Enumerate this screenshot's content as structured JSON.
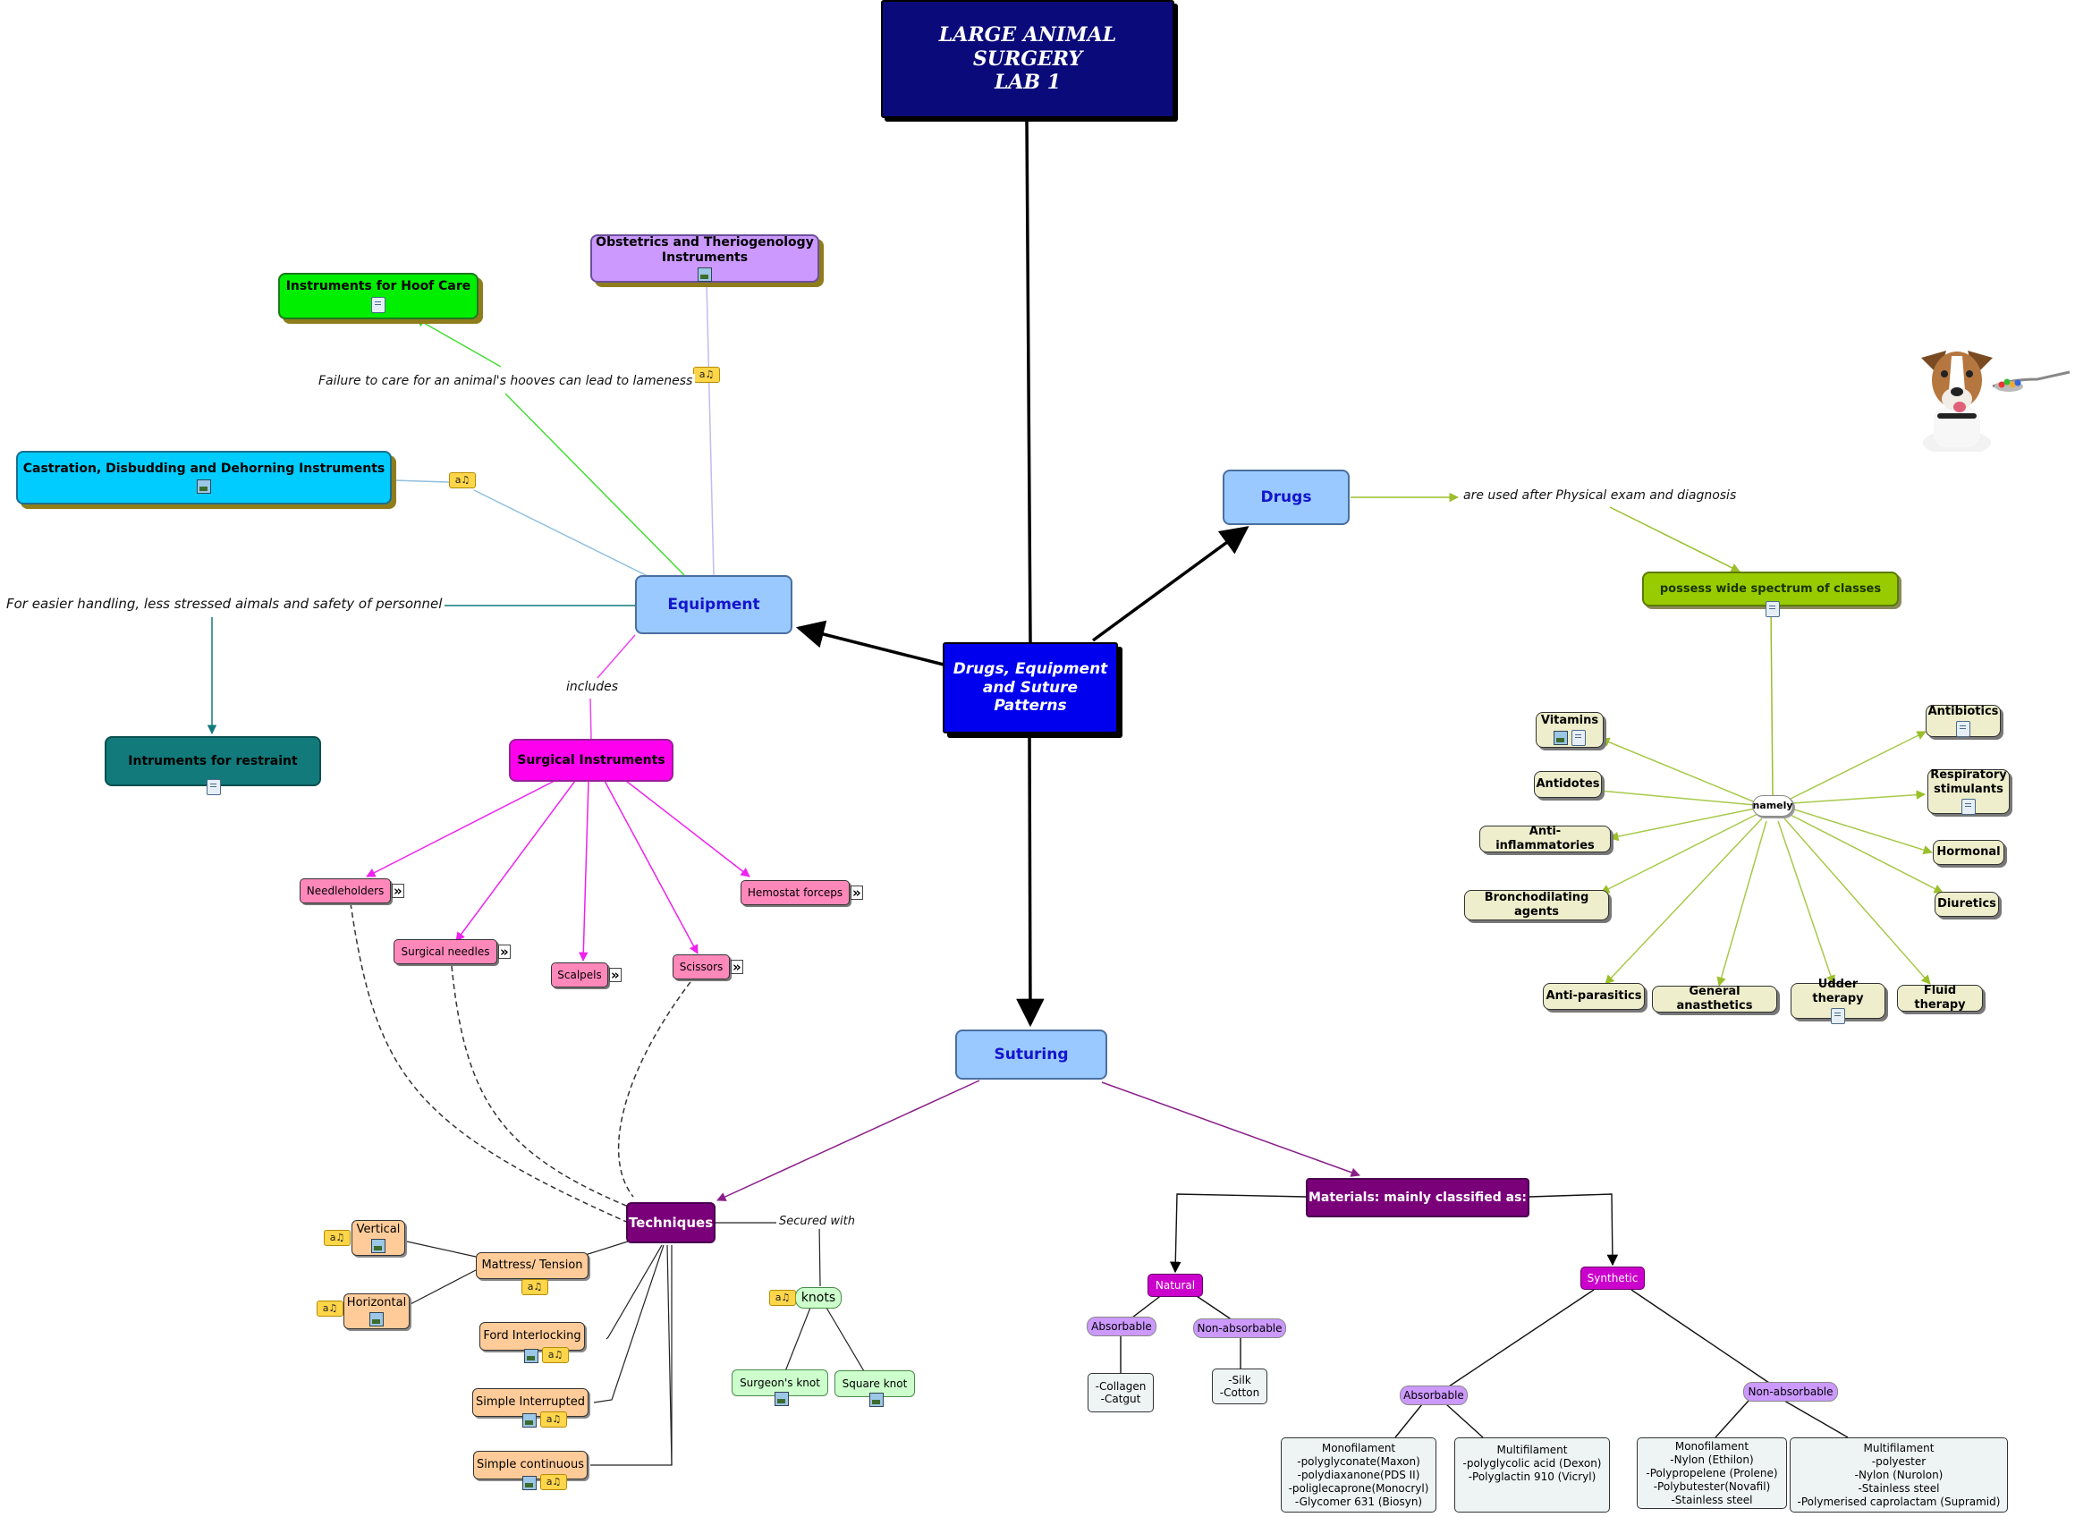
{
  "title": {
    "line1": "LARGE ANIMAL SURGERY",
    "line2": "LAB 1"
  },
  "central": {
    "line1": "Drugs, Equipment",
    "line2": "and Suture Patterns"
  },
  "equipment": {
    "label": "Equipment",
    "obstetrics": "Obstetrics and Theriogenology Instruments",
    "hoof": "Instruments for Hoof Care",
    "hoof_link": "Failure to care for an animal's hooves can lead to lameness",
    "castration": "Castration, Disbudding and Dehorning Instruments",
    "handling_link": "For easier handling, less stressed aimals and safety of personnel",
    "restraint": "Intruments for restraint",
    "includes_link": "includes",
    "surgical": "Surgical Instruments",
    "needleholders": "Needleholders",
    "surgical_needles": "Surgical needles",
    "scalpels": "Scalpels",
    "scissors": "Scissors",
    "hemostat": "Hemostat forceps"
  },
  "drugs": {
    "label": "Drugs",
    "link": "are used after Physical exam and diagnosis",
    "classes": "possess wide spectrum of classes",
    "hub": "namely",
    "vitamins": "Vitamins",
    "antidotes": "Antidotes",
    "antiinflammatories": "Anti-inflammatories",
    "bronchodilating": "Bronchodilating agents",
    "antiparasitics": "Anti-parasitics",
    "anaesthetics": "General anasthetics",
    "udder": "Udder therapy",
    "fluid": "Fluid therapy",
    "antibiotics": "Antibiotics",
    "respiratory": "Respiratory stimulants",
    "hormonal": "Hormonal",
    "diuretics": "Diuretics"
  },
  "suturing": {
    "label": "Suturing",
    "techniques": "Techniques",
    "secured_link": "Secured with",
    "knots": "knots",
    "surgeons_knot": "Surgeon's knot",
    "square_knot": "Square knot",
    "mattress": "Mattress/ Tension",
    "vertical": "Vertical",
    "horizontal": "Horizontal",
    "ford": "Ford Interlocking",
    "simple_interrupted": "Simple Interrupted",
    "simple_continuous": "Simple continuous",
    "materials": "Materials: mainly classified as:",
    "natural": "Natural",
    "synthetic": "Synthetic",
    "nat_absorbable": "Absorbable",
    "nat_absorbable_items": "-Collagen\n-Catgut",
    "nat_nonabsorbable": "Non-absorbable",
    "nat_nonabsorbable_items": "-Silk\n-Cotton",
    "syn_absorbable": "Absorbable",
    "syn_nonabsorbable": "Non-absorbable",
    "syn_abs_mono": "Monofilament\n-polyglyconate(Maxon)\n-polydiaxanone(PDS II)\n-poliglecaprone(Monocryl)\n-Glycomer 631 (Biosyn)",
    "syn_abs_multi": "Multifilament\n-polyglycolic acid (Dexon)\n-Polyglactin 910 (Vicryl)",
    "syn_nonabs_mono": "Monofilament\n-Nylon (Ethilon)\n-Polypropelene (Prolene)\n-Polybutester(Novafil)\n-Stainless steel",
    "syn_nonabs_multi": "Multifilament\n-polyester\n-Nylon (Nurolon)\n-Stainless steel\n-Polymerised caprolactam (Supramid)"
  },
  "icons": {
    "document": "document-icon",
    "picture": "image-icon",
    "audio_video": "audio-video-icon",
    "expand": "expand-chevron-icon",
    "dog_photo": "dog-with-pills-image"
  },
  "colors": {
    "title_bg": "#0a0a7a",
    "central_bg": "#0000ee",
    "branch_bg": "#99c9ff",
    "drug_class_bg": "#eeeecc",
    "drugs_green": "#99cc00",
    "surgical_magenta": "#ff00ee",
    "techniques_purple": "#7a007a"
  }
}
